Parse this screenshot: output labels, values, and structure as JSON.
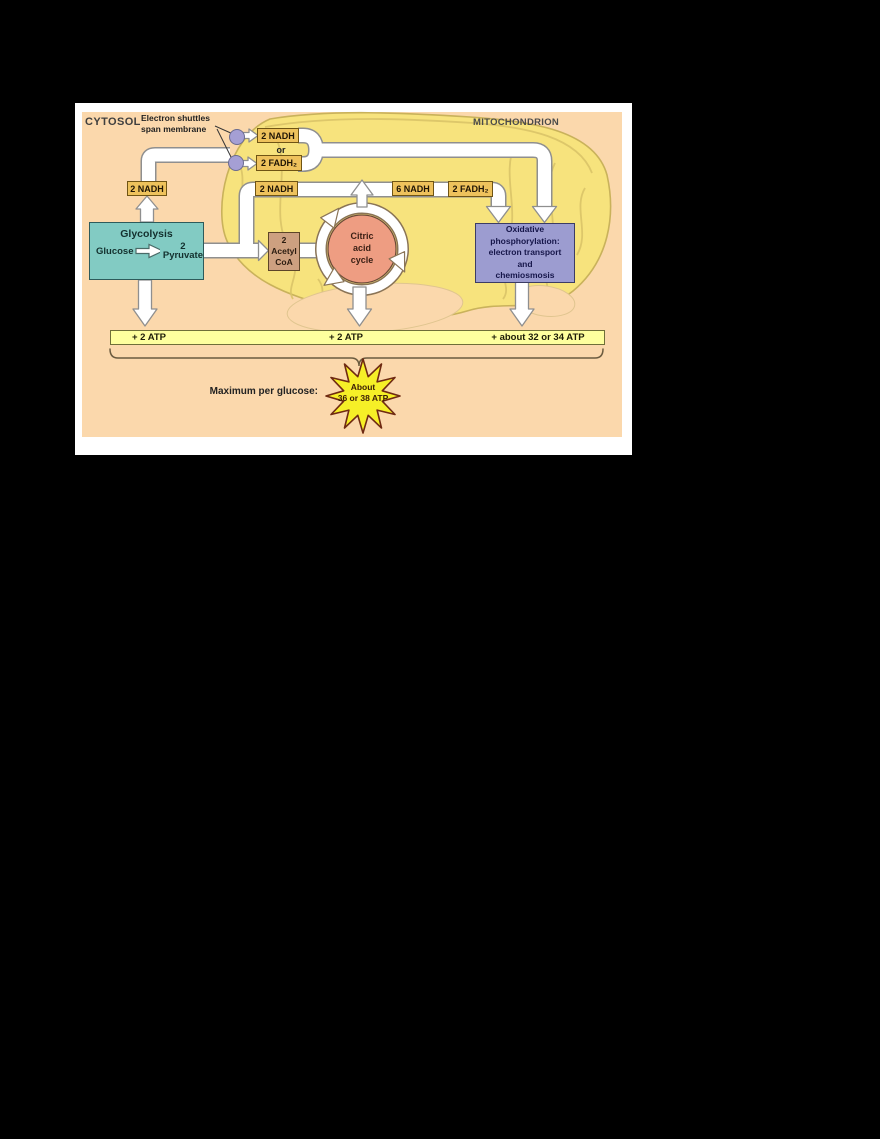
{
  "labels": {
    "cytosol": "CYTOSOL",
    "mitochondrion": "MITOCHONDRION",
    "electron_shuttles_line1": "Electron shuttles",
    "electron_shuttles_line2": "span membrane",
    "or": "or",
    "maximum_per_glucose": "Maximum per glucose:"
  },
  "carriers": {
    "shuttle_nadh": "2 NADH",
    "shuttle_fadh2": "2 FADH₂",
    "glycolysis_nadh": "2 NADH",
    "pyruvate_oxidation_nadh": "2 NADH",
    "citric_nadh": "6 NADH",
    "citric_fadh2": "2 FADH₂"
  },
  "glycolysis": {
    "title": "Glycolysis",
    "substrate": "Glucose",
    "product_count": "2",
    "product": "Pyruvate"
  },
  "acetyl_coa": {
    "count": "2",
    "line1": "Acetyl",
    "line2": "CoA"
  },
  "citric_cycle": {
    "line1": "Citric",
    "line2": "acid",
    "line3": "cycle"
  },
  "oxidative_phosphorylation": {
    "lines": [
      "Oxidative",
      "phosphorylation:",
      "electron transport",
      "and",
      "chemiosmosis"
    ]
  },
  "atp_totals": {
    "glycolysis": "+ 2 ATP",
    "citric": "+ 2 ATP",
    "oxphos": "+ about 32 or 34  ATP"
  },
  "summary_burst": {
    "line1": "About",
    "line2": "36 or 38 ATP"
  },
  "colors": {
    "page_background": "#000000",
    "panel": "#ffffff",
    "cytosol_background": "#fbd8ac",
    "mitochondrion_fill": "#f7e37d",
    "mitochondrion_outline": "#c9b25b",
    "carrier_box": "#eec25c",
    "carrier_border": "#6f5414",
    "glycolysis_box": "#82cbc3",
    "acetyl_box": "#cda080",
    "citric_circle": "#ee9d82",
    "oxphos_box": "#9c9cd0",
    "atp_bar": "#feff9e",
    "starburst": "#f6ef27",
    "shuttle_circle": "#a59fd4",
    "pipe": "#ffffff"
  }
}
